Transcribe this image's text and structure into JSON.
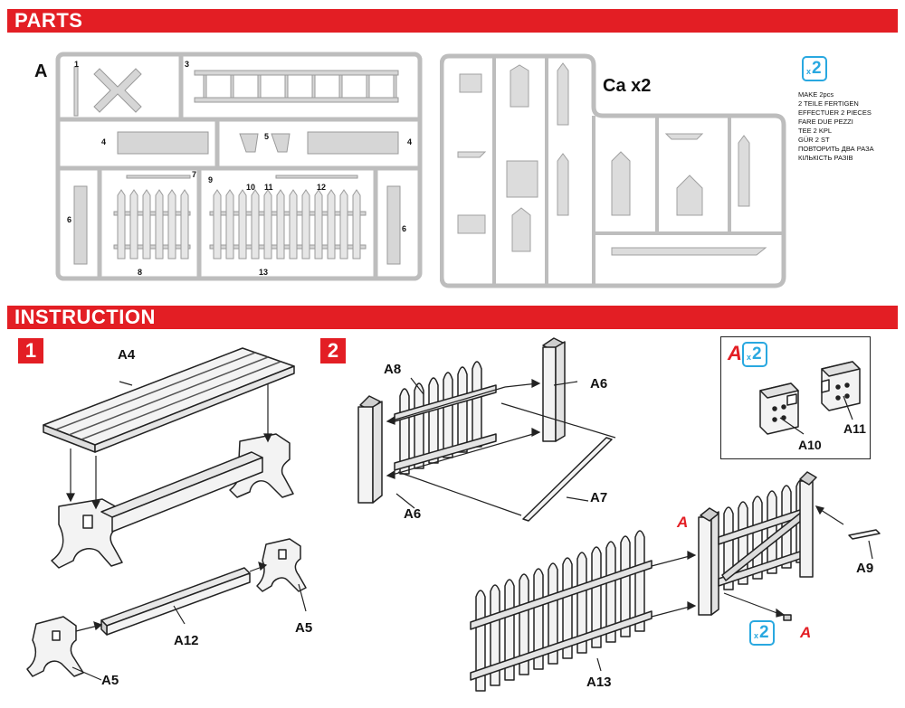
{
  "sections": {
    "parts_title": "PARTS",
    "instruction_title": "INSTRUCTION"
  },
  "sprue_a": {
    "letter": "A",
    "part_numbers": [
      "1",
      "3",
      "4",
      "5",
      "4",
      "7",
      "9",
      "10",
      "11",
      "12",
      "6",
      "8",
      "13",
      "6"
    ]
  },
  "sprue_ca": {
    "label": "Ca x2"
  },
  "make_badge": {
    "x": "x",
    "count": "2"
  },
  "make_lines": [
    "MAKE 2pcs",
    "2 TEILE FERTIGEN",
    "EFFECTUER 2 PIECES",
    "FARE DUE PEZZI",
    "TEE 2 KPL",
    "GÜR 2 ST",
    "ПОВТОРИТЬ ДВА РАЗА",
    "КІЛЬКІСТЬ РАЗІВ"
  ],
  "step1": {
    "number": "1",
    "labels": {
      "a4": "A4",
      "a12": "A12",
      "a5_right": "A5",
      "a5_left": "A5"
    }
  },
  "step2": {
    "number": "2",
    "labels": {
      "a8": "A8",
      "a6_right": "A6",
      "a6_left": "A6",
      "a7": "A7",
      "a9": "A9",
      "a13": "A13",
      "a_red_1": "A",
      "a_red_2": "A"
    },
    "badge": {
      "x": "x",
      "count": "2"
    }
  },
  "inset": {
    "letter": "A",
    "badge": {
      "x": "x",
      "count": "2"
    },
    "labels": {
      "a10": "A10",
      "a11": "A11"
    }
  },
  "colors": {
    "accent_red": "#e31e24",
    "accent_blue": "#29a8e0",
    "sprue_grey": "#cfcfcf"
  }
}
